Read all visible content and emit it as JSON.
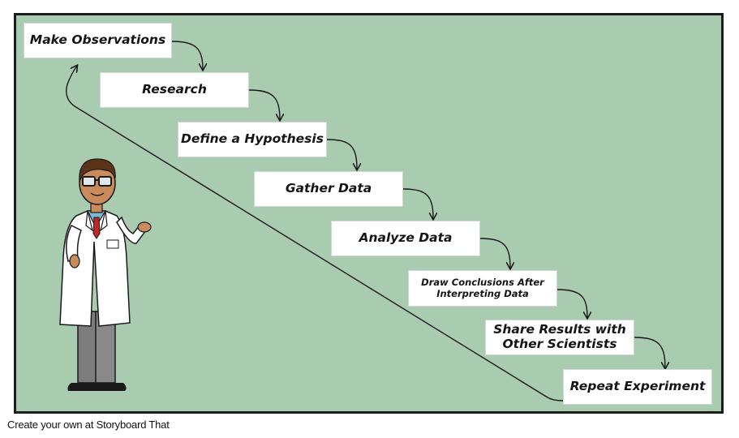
{
  "steps": [
    {
      "label": "Make Observations"
    },
    {
      "label": "Research"
    },
    {
      "label": "Define a Hypothesis"
    },
    {
      "label": "Gather Data"
    },
    {
      "label": "Analyze Data"
    },
    {
      "label": "Draw Conclusions After\nInterpreting Data"
    },
    {
      "label": "Share Results with\nOther Scientists"
    },
    {
      "label": "Repeat Experiment"
    }
  ],
  "footer": {
    "credit": "Create your own at Storyboard That"
  },
  "colors": {
    "background": "#a9cbb0",
    "border": "#1c1c1c",
    "box": "#ffffff",
    "arrow": "#1a1a1a"
  }
}
